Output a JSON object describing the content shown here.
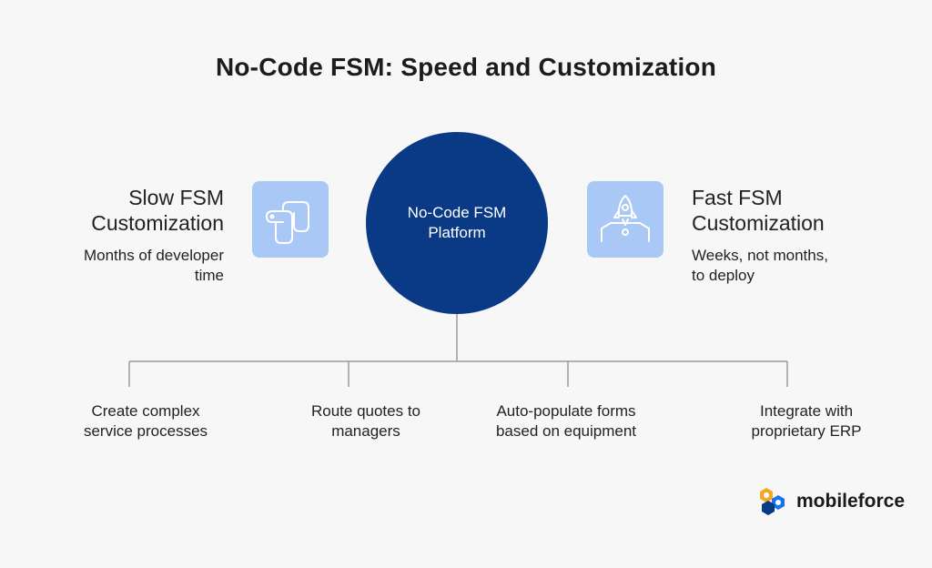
{
  "title": "No-Code FSM: Speed and Customization",
  "left": {
    "heading": "Slow FSM Customization",
    "heading_line1": "Slow FSM",
    "heading_line2": "Customization",
    "sub_line1": "Months of developer",
    "sub_line2": "time",
    "icon": "slow-path-icon"
  },
  "center": {
    "line1": "No-Code FSM",
    "line2": "Platform"
  },
  "right": {
    "heading_line1": "Fast FSM",
    "heading_line2": "Customization",
    "sub_line1": "Weeks, not months,",
    "sub_line2": "to deploy",
    "icon": "rocket-icon"
  },
  "branches": [
    {
      "line1": "Create complex",
      "line2": "service processes"
    },
    {
      "line1": "Route quotes to",
      "line2": "managers"
    },
    {
      "line1": "Auto-populate forms",
      "line2": "based on equipment"
    },
    {
      "line1": "Integrate with",
      "line2": "proprietary ERP"
    }
  ],
  "logo": {
    "text": "mobileforce",
    "icon": "mobileforce-logo-icon"
  },
  "colors": {
    "background": "#f7f7f7",
    "circle": "#0a3a86",
    "icon_box": "#a9c8f5",
    "connector": "#9a9a9a"
  }
}
